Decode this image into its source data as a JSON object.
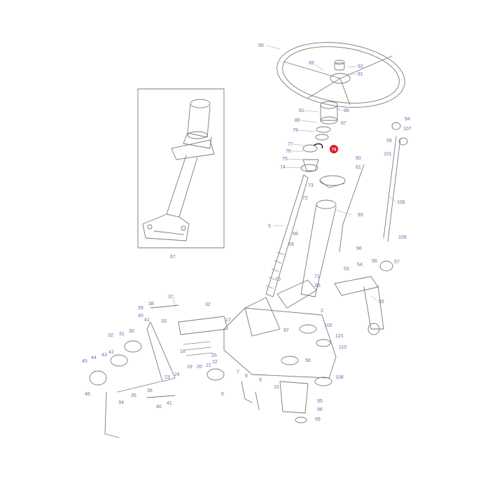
{
  "diagram": {
    "highlight_color": "#e0141e",
    "label_color": "#6a6fb0",
    "line_color": "#7a7a7a",
    "highlight_label": "78",
    "labels": [
      "90",
      "89",
      "92",
      "91",
      "88",
      "87",
      "81",
      "80",
      "79",
      "78",
      "77",
      "76",
      "75",
      "74",
      "73",
      "72",
      "59",
      "60",
      "61",
      "94",
      "107",
      "101",
      "106",
      "93",
      "5",
      "68",
      "69",
      "70",
      "71",
      "66",
      "2",
      "100",
      "97",
      "115",
      "110",
      "58",
      "108",
      "95",
      "96",
      "99",
      "109",
      "96",
      "53",
      "54",
      "56",
      "57",
      "55",
      "67",
      "37",
      "38",
      "39",
      "40",
      "41",
      "32",
      "17",
      "33",
      "31",
      "30",
      "32",
      "42",
      "43",
      "44",
      "45",
      "46",
      "34",
      "35",
      "36",
      "20",
      "19",
      "18",
      "21",
      "22",
      "23",
      "24",
      "25",
      "6",
      "7",
      "8",
      "9",
      "10"
    ]
  }
}
